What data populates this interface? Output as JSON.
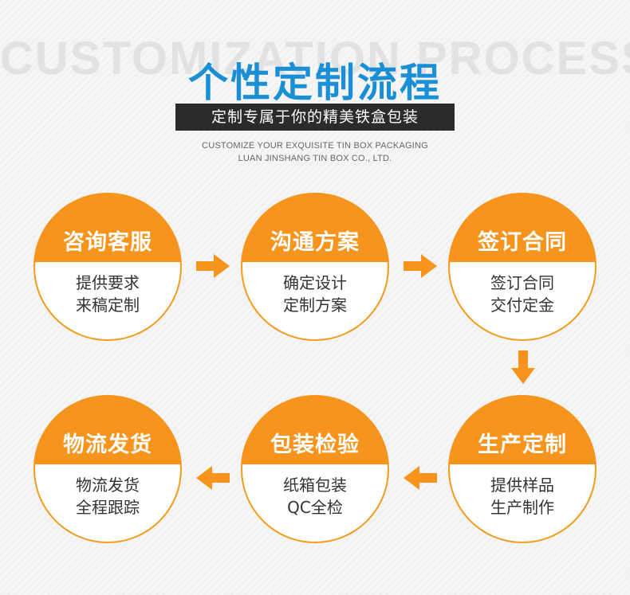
{
  "header": {
    "bg_text": "CUSTOMIZATION PROCESS",
    "title": "个性定制流程",
    "subtitle": "定制专属于你的精美铁盒包装",
    "en_line1": "CUSTOMIZE YOUR EXQUISITE TIN BOX PACKAGING",
    "en_line2": "LUAN JINSHANG TIN BOX CO., LTD."
  },
  "colors": {
    "accent_orange": "#f7941d",
    "title_blue": "#1a8fd6",
    "bar_dark": "#2b2b2b"
  },
  "steps": [
    {
      "title": "咨询客服",
      "line1": "提供要求",
      "line2": "来稿定制"
    },
    {
      "title": "沟通方案",
      "line1": "确定设计",
      "line2": "定制方案"
    },
    {
      "title": "签订合同",
      "line1": "签订合同",
      "line2": "交付定金"
    },
    {
      "title": "生产定制",
      "line1": "提供样品",
      "line2": "生产制作"
    },
    {
      "title": "包装检验",
      "line1": "纸箱包装",
      "line2": "QC全检"
    },
    {
      "title": "物流发货",
      "line1": "物流发货",
      "line2": "全程跟踪"
    }
  ],
  "arrows": [
    {
      "icon": "arrow-right-icon"
    },
    {
      "icon": "arrow-right-icon"
    },
    {
      "icon": "arrow-down-icon"
    },
    {
      "icon": "arrow-left-icon"
    },
    {
      "icon": "arrow-left-icon"
    }
  ]
}
